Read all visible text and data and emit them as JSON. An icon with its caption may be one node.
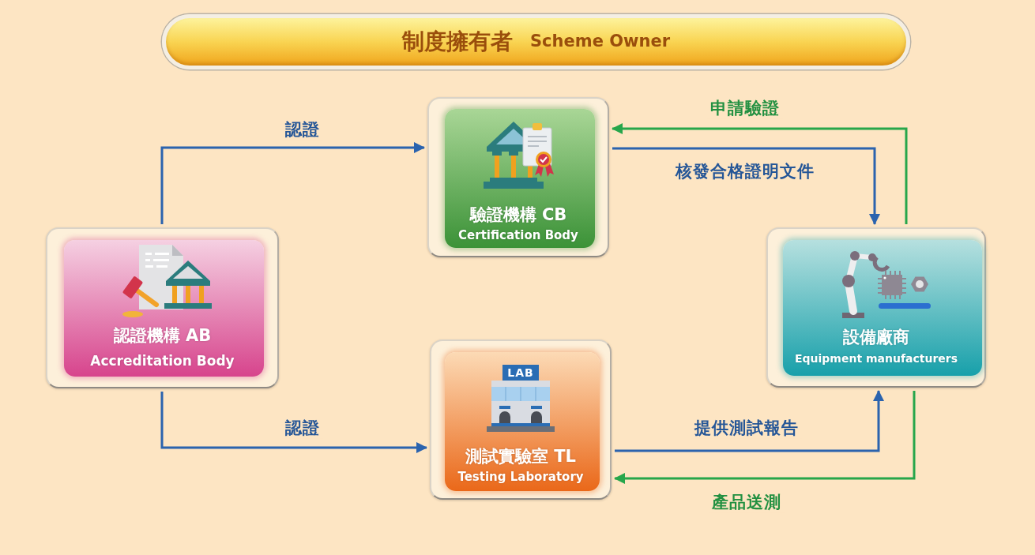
{
  "diagram": {
    "nodes": [
      {
        "text": [
          "制度擁有者",
          "Scheme Owner"
        ]
      },
      {
        "text": [
          "驗證機構 CB",
          "Certification Body"
        ]
      },
      {
        "text": [
          "認證機構 AB",
          "Accreditation Body"
        ]
      },
      {
        "text": [
          "設備廠商",
          "Equipment manufacturers"
        ]
      },
      {
        "text": [
          "LAB",
          "測試實驗室 TL",
          "Testing Laboratory"
        ]
      }
    ],
    "edges": [
      {
        "from": 2,
        "to": 1,
        "arrow": "to",
        "label": "認證"
      },
      {
        "from": 3,
        "to": 1,
        "arrow": "to",
        "label": "申請驗證",
        "color": "#27a64b"
      },
      {
        "from": 1,
        "to": 3,
        "arrow": "to",
        "label": "核發合格證明文件"
      },
      {
        "from": 2,
        "to": 4,
        "arrow": "to",
        "label": "認證"
      },
      {
        "from": 4,
        "to": 3,
        "arrow": "to",
        "label": "提供測試報告"
      },
      {
        "from": 3,
        "to": 4,
        "arrow": "to",
        "label": "產品送測",
        "color": "#27a64b"
      }
    ]
  }
}
